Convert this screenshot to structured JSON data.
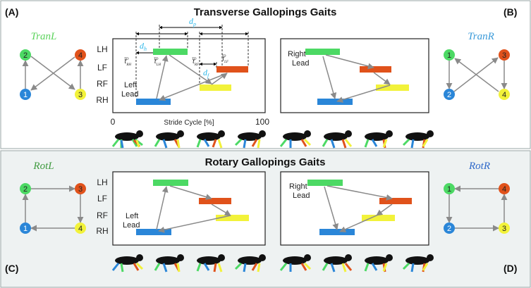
{
  "top": {
    "title": "Transverse Gallopings Gaits",
    "label_left": "(A)",
    "label_right": "(B)",
    "gait_left": "TranL",
    "gait_right": "TranR",
    "left_lead_line1": "Left",
    "left_lead_line2": "Lead",
    "right_lead_line1": "Right",
    "right_lead_line2": "Lead",
    "axis_title": "Stride Cycle [%]",
    "tick_min": "0",
    "tick_max": "100",
    "dp": "d",
    "dp_sub": "p",
    "dh": "d",
    "dh_sub": "h",
    "df": "d",
    "df_sub": "f",
    "t_rh": "t",
    "t_rh_sub": "RH",
    "t_lh": "t",
    "t_lh_sub": "LH",
    "t_rf": "t",
    "t_rf_sub": "RF",
    "t_lf": "t",
    "t_lf_sub": "LF",
    "t_sup": "TD"
  },
  "bottom": {
    "title": "Rotary Gallopings Gaits",
    "label_left": "(C)",
    "label_right": "(D)",
    "gait_left": "RotL",
    "gait_right": "RotR",
    "left_lead_line1": "Left",
    "left_lead_line2": "Lead",
    "right_lead_line1": "Right",
    "right_lead_line2": "Lead"
  },
  "row_labels": [
    "LH",
    "LF",
    "RF",
    "RH"
  ],
  "node_numbers": [
    "1",
    "2",
    "3",
    "4"
  ],
  "colors": {
    "green": "#4cd964",
    "orange": "#e0521b",
    "yellow": "#f2f23a",
    "blue": "#2a86d8",
    "gait_left_green": "#5cd35c",
    "gait_right_blue": "#3a9ad9",
    "bottom_left_green": "#3f9a3f",
    "bottom_right_blue": "#2e68c9",
    "accent_cyan": "#2ab6e8",
    "bottom_bg": "#eef2f2"
  }
}
